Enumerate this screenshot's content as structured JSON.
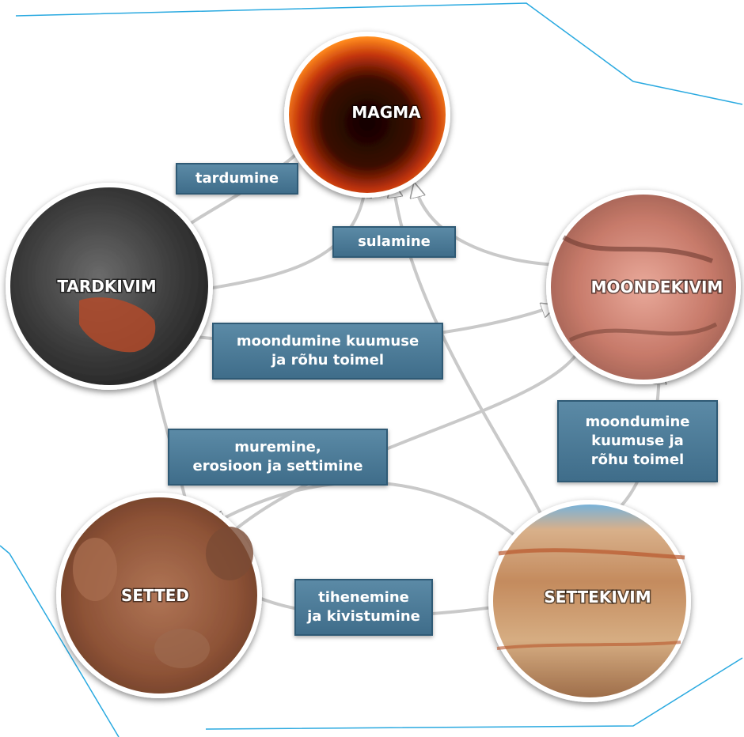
{
  "nodes": {
    "magma": "MAGMA",
    "tardkivim": "TARDKIVIM",
    "moondekivim": "MOONDEKIVIM",
    "setted": "SETTED",
    "settekivim": "SETTEKIVIM"
  },
  "edges": {
    "tardumine": "tardumine",
    "sulamine": "sulamine",
    "moondumine_left": "moondumine kuumuse\nja rõhu toimel",
    "moondumine_right": "moondumine\nkuumuse ja\nrõhu toimel",
    "muremine": "muremine,\nerosioon ja settimine",
    "tihenemine": "tihenemine\nja kivistumine"
  },
  "colors": {
    "label_box": "#4a7a98",
    "frame_line": "#29a9e0",
    "arrow": "#bfbfbf"
  }
}
